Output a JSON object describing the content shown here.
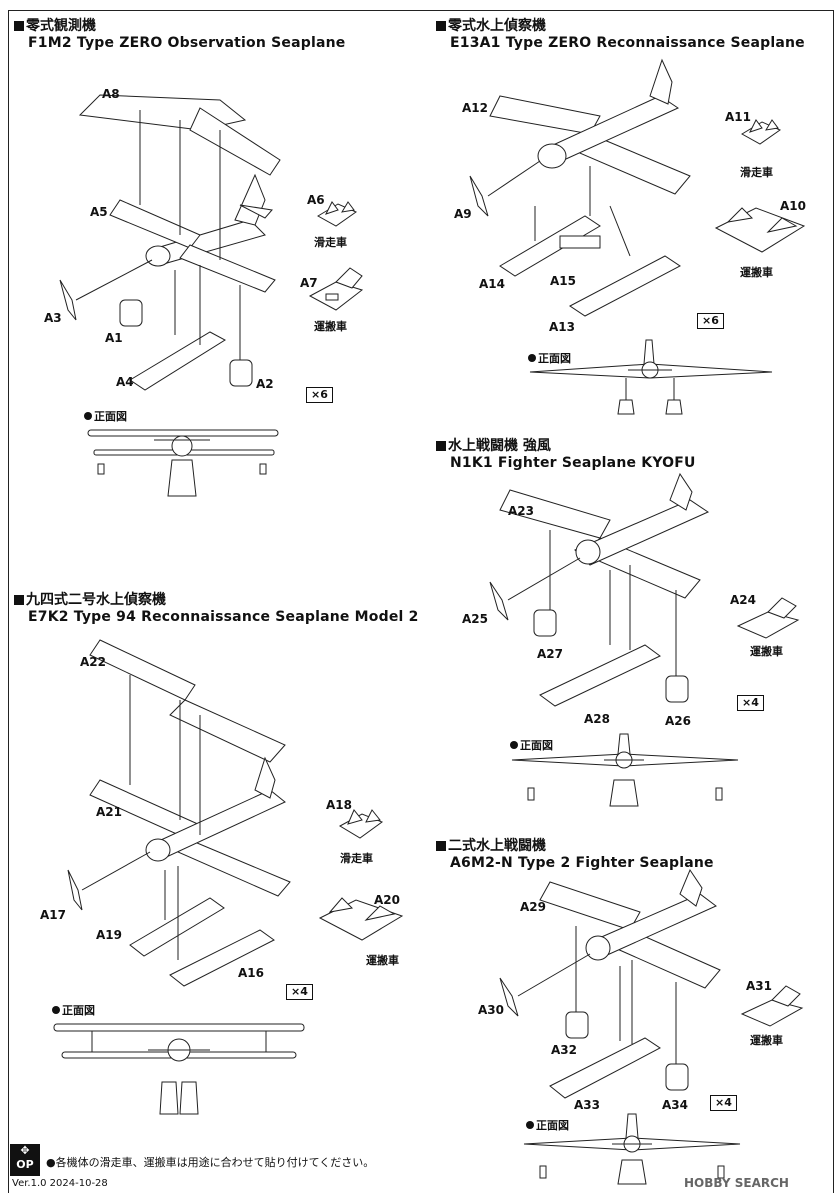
{
  "sections": [
    {
      "jp": "零式観測機",
      "en": "F1M2 Type ZERO Observation Seaplane",
      "multiplier": "×6",
      "front_view": "正面図",
      "parts": [
        "A8",
        "A5",
        "A3",
        "A1",
        "A4",
        "A2"
      ]
    },
    {
      "jp": "零式水上偵察機",
      "en": "E13A1 Type ZERO Reconnaissance Seaplane",
      "multiplier": "×6",
      "front_view": "正面図",
      "parts": [
        "A12",
        "A9",
        "A14",
        "A15",
        "A13"
      ]
    },
    {
      "jp": "水上戦闘機 強風",
      "en": "N1K1 Fighter Seaplane KYOFU",
      "multiplier": "×4",
      "front_view": "正面図",
      "parts": [
        "A23",
        "A25",
        "A27",
        "A28",
        "A26"
      ]
    },
    {
      "jp": "九四式二号水上偵察機",
      "en": "E7K2 Type 94 Reconnaissance Seaplane Model 2",
      "multiplier": "×4",
      "front_view": "正面図",
      "parts": [
        "A22",
        "A21",
        "A17",
        "A19",
        "A16"
      ]
    },
    {
      "jp": "二式水上戦闘機",
      "en": "A6M2-N Type 2 Fighter Seaplane",
      "multiplier": "×4",
      "front_view": "正面図",
      "parts": [
        "A29",
        "A30",
        "A32",
        "A33",
        "A34"
      ]
    }
  ],
  "accessories": {
    "a6": {
      "part": "A6",
      "caption": "滑走車"
    },
    "a7": {
      "part": "A7",
      "caption": "運搬車"
    },
    "a11": {
      "part": "A11",
      "caption": "滑走車"
    },
    "a10": {
      "part": "A10",
      "caption": "運搬車"
    },
    "a24": {
      "part": "A24",
      "caption": "運搬車"
    },
    "a18": {
      "part": "A18",
      "caption": "滑走車"
    },
    "a20": {
      "part": "A20",
      "caption": "運搬車"
    },
    "a31": {
      "part": "A31",
      "caption": "運搬車"
    }
  },
  "footer": {
    "op_badge": "OP",
    "note": "●各機体の滑走車、運搬車は用途に合わせて貼り付けてください。",
    "version": "Ver.1.0 2024-10-28",
    "watermark": "HOBBY SEARCH"
  }
}
